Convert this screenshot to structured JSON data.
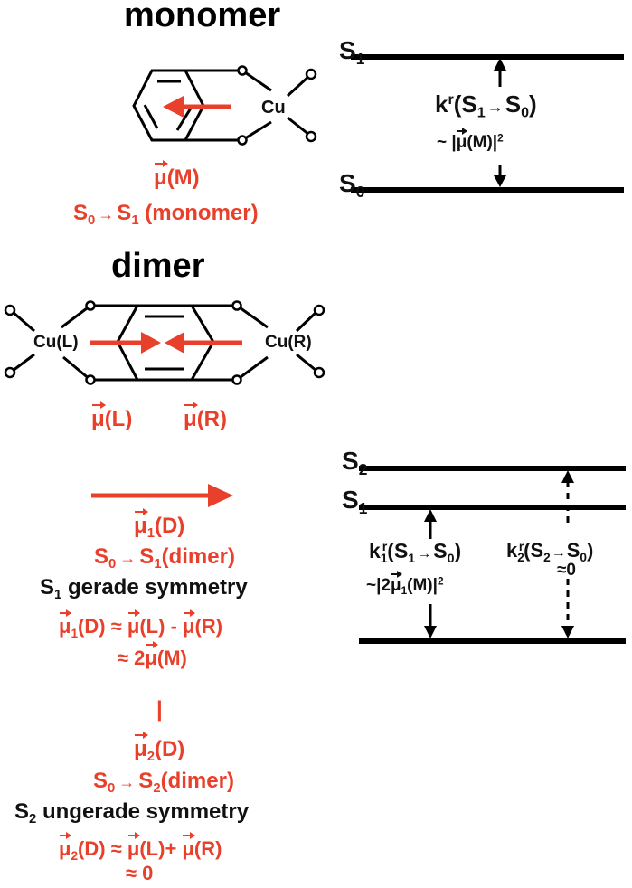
{
  "monomer": {
    "title": "monomer",
    "cu": "Cu",
    "mu": "(M)",
    "transition": {
      "from": "S",
      "from_sub": "0",
      "to": "S",
      "to_sub": "1",
      "tail": " (monomer)"
    },
    "levels": {
      "s1": "S",
      "s1_sub": "1",
      "s0": "S",
      "s0_sub": "0"
    },
    "rate": {
      "k": "k",
      "k_sup": "r",
      "open": "(S",
      "sub1": "1",
      "arrow": "→",
      "s": "S",
      "sub0": "0",
      "close": ")"
    },
    "prop": {
      "pre": "~ |",
      "inner": "(M)|",
      "sup": "2"
    }
  },
  "dimer": {
    "title": "dimer",
    "cu_left": "Cu(L)",
    "cu_right": "Cu(R)",
    "mu_left": "(L)",
    "mu_right": "(R)",
    "mu1": {
      "sub": "1",
      "tail": "(D)"
    },
    "trans1": {
      "from": "S",
      "from_sub": "0",
      "to": "S",
      "to_sub": "1",
      "tail": "(dimer)"
    },
    "sym1": {
      "s": "S",
      "sub": "1",
      "text": " gerade symmetry"
    },
    "eq1a": {
      "sub": "1",
      "mid": "(D)  ≈ ",
      "a": "(L) - ",
      "b": "(R)"
    },
    "eq1b": {
      "pre": "≈ 2",
      "tail": "(M)"
    },
    "pipe": "|",
    "mu2": {
      "sub": "2",
      "tail": "(D)"
    },
    "trans2": {
      "from": "S",
      "from_sub": "0",
      "to": "S",
      "to_sub": "2",
      "tail": "(dimer)"
    },
    "sym2": {
      "s": "S",
      "sub": "2",
      "text": " ungerade symmetry"
    },
    "eq2a": {
      "sub": "2",
      "mid": "(D)  ≈ ",
      "a": "(L)+ ",
      "b": "(R)"
    },
    "eq2b": "≈ 0",
    "levels": {
      "s2": "S",
      "s2_sub": "2",
      "s1": "S",
      "s1_sub": "1"
    },
    "rate1": {
      "k": "k",
      "k_sub": "1",
      "k_sup": "r",
      "open": "(S",
      "sub1": "1",
      "arrow": "→",
      "s": "S",
      "sub0": "0",
      "close": ")"
    },
    "prop1": {
      "pre": "~|2",
      "sub": "1",
      "inner": "(M)|",
      "sup": "2"
    },
    "rate2": {
      "k": "k",
      "k_sub": "2",
      "k_sup": "r",
      "open": "(S",
      "sub1": "2",
      "arrow": "→",
      "s": "S",
      "sub0": "0",
      "close": ")"
    },
    "prop2": "≈0"
  },
  "mu_symbol": "μ",
  "colors": {
    "red": "#e8402a",
    "black": "#000000"
  }
}
